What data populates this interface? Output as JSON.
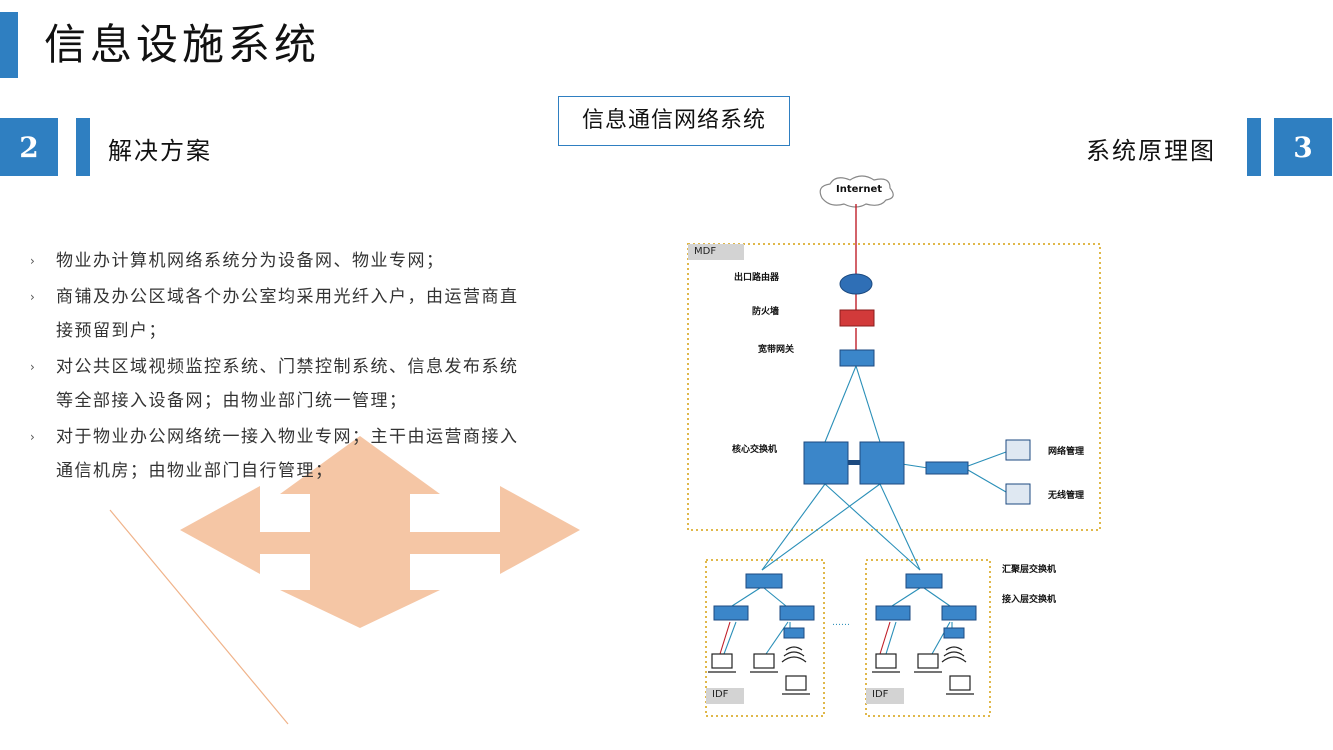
{
  "header": {
    "title": "信息设施系统"
  },
  "left_section": {
    "number": "2",
    "title": "解决方案"
  },
  "right_section": {
    "title": "系统原理图",
    "number": "3"
  },
  "diagram_title": "信息通信网络系统",
  "bullets": [
    {
      "text": "物业办计算机网络系统分为设备网、物业专网；"
    },
    {
      "text": "商铺及办公区域各个办公室均采用光纤入户，由运营商直接预留到户；"
    },
    {
      "text": "对公共区域视频监控系统、门禁控制系统、信息发布系统等全部接入设备网；由物业部门统一管理；"
    },
    {
      "text": "对于物业办公网络统一接入物业专网；主干由运营商接入通信机房；由物业部门自行管理；"
    }
  ],
  "network": {
    "internet": "Internet",
    "mdf": "MDF",
    "router": "出口路由器",
    "firewall": "防火墙",
    "gateway": "宽带网关",
    "core": "核心交换机",
    "netmgmt": "网络管理",
    "wireless": "无线管理",
    "agg": "汇聚层交换机",
    "access": "接入层交换机",
    "idf1": "IDF",
    "idf2": "IDF",
    "dots": "……"
  },
  "colors": {
    "accent": "#2f7fc1",
    "arrow": "#f5c6a5",
    "border_dotted": "#e0b84a",
    "link_blue": "#2a8fb8",
    "link_red": "#c0202a"
  }
}
